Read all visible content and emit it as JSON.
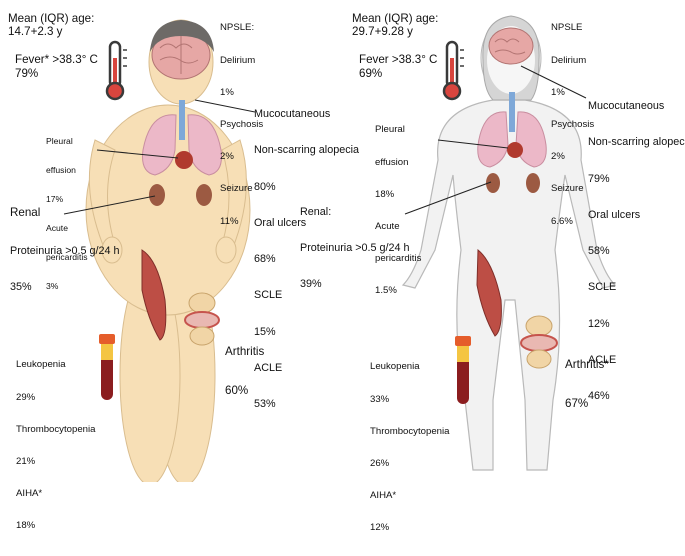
{
  "left": {
    "age": {
      "title": "Mean (IQR) age:",
      "value": "14.7+2.3 y"
    },
    "fever": {
      "label": "Fever* >38.3° C",
      "value": "79%"
    },
    "npsle": [
      "NPSLE:",
      "Delirium",
      "1%",
      "Psychosis",
      "2%",
      "Seizure",
      "11%"
    ],
    "mucocutaneous": [
      "Mucocutaneous",
      "Non-scarring alopecia",
      "80%",
      "Oral ulcers",
      "68%",
      "SCLE",
      "15%",
      "ACLE",
      "53%"
    ],
    "serositis": [
      "Pleural",
      "effusion",
      "17%",
      "Acute",
      "pericarditis",
      "3%"
    ],
    "renal": {
      "title": "Renal",
      "lines": [
        "Proteinuria >0.5 g/24 h",
        "35%"
      ]
    },
    "arthritis": {
      "title": "Arthritis",
      "value": "60%"
    },
    "hematologic": [
      "Leukopenia",
      "29%",
      "Thrombocytopenia",
      "21%",
      "AIHA*",
      "18%"
    ]
  },
  "right": {
    "age": {
      "title": "Mean (IQR) age:",
      "value": "29.7+9.28 y"
    },
    "fever": {
      "label": "Fever >38.3° C",
      "value": "69%"
    },
    "npsle": [
      "NPSLE",
      "Delirium",
      "1%",
      "Psychosis",
      "2%",
      "Seizure",
      "6.6%"
    ],
    "mucocutaneous": [
      "Mucocutaneous",
      "Non-scarring alopecia",
      "79%",
      "Oral ulcers",
      "58%",
      "SCLE",
      "12%",
      "ACLE",
      "46%"
    ],
    "serositis": [
      "Pleural",
      "effusion",
      "18%",
      "Acute",
      "pericarditis",
      "1.5%"
    ],
    "renal": {
      "title": "Renal:",
      "lines": [
        "Proteinuria >0.5 g/24 h",
        "39%"
      ]
    },
    "arthritis": {
      "title": "Arthritis*",
      "value": "67%"
    },
    "hematologic": [
      "Leukopenia",
      "33%",
      "Thrombocytopenia",
      "26%",
      "AIHA*",
      "12%"
    ]
  },
  "colors": {
    "child_skin": "#f7dfb6",
    "adult_skin": "#f2f2f2",
    "outline": "#b9b9b9",
    "brain": "#e6a7a5",
    "lung": "#ecb8c8",
    "muscle": "#bd4e45",
    "kidney": "#9c5a42",
    "thermometer_fill": "#d9453e",
    "blood_tube": "#8b1d1f",
    "tube_cap": "#e55d2b"
  }
}
